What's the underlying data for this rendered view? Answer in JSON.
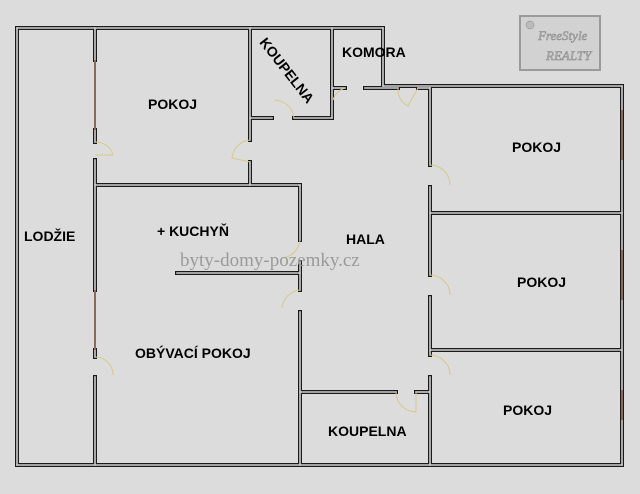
{
  "rooms": {
    "lodzie": "LODŽIE",
    "pokoj_top_left": "POKOJ",
    "koupelna_top": "KOUPELNA",
    "komora": "KOMORA",
    "kuchyn": "+ KUCHYŇ",
    "hala": "HALA",
    "obyvaci_pokoj": "OBÝVACÍ POKOJ",
    "pokoj_right_1": "POKOJ",
    "pokoj_right_2": "POKOJ",
    "pokoj_right_3": "POKOJ",
    "koupelna_bottom": "KOUPELNA"
  },
  "watermark": "byty-domy-pozemky.cz",
  "logo": {
    "line1": "FreeStyle",
    "line2": "REALTY"
  },
  "colors": {
    "background": "#dcdcdc",
    "wall": "#1a1a1a",
    "door": "#d8c88a",
    "window": "#8a6a5a"
  }
}
